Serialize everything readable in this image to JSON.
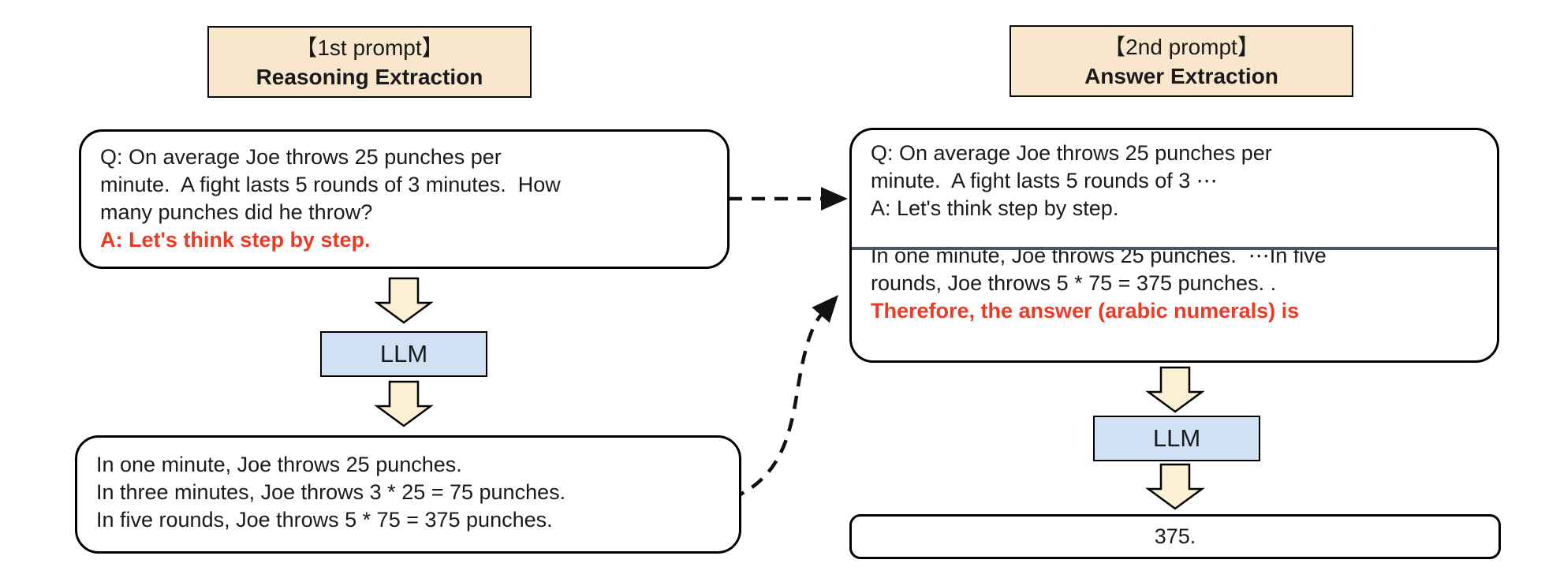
{
  "colors": {
    "header_bg": "#f8e7cd",
    "llm_bg": "#d0e2f3",
    "arrow_fill": "#fbf0d3",
    "red_text": "#ee3a24",
    "divider": "#4a5568"
  },
  "icons": {
    "flow_arrow": "down-block-arrow",
    "connector": "dashed-arrow"
  },
  "left": {
    "header": {
      "line1": "【1st prompt】",
      "line2": "Reasoning Extraction"
    },
    "question_box": {
      "lines": [
        "Q: On average Joe throws 25 punches per",
        "minute.  A fight lasts 5 rounds of 3 minutes.  How",
        "many punches did he throw?"
      ],
      "highlight": "A: Let's think step by step."
    },
    "llm_label": "LLM",
    "output_box": {
      "lines": [
        "In one minute, Joe throws 25 punches.",
        "In three minutes, Joe throws 3 * 25 = 75 punches.",
        "In five rounds, Joe throws 5 * 75 = 375 punches."
      ]
    }
  },
  "right": {
    "header": {
      "line1": "【2nd prompt】",
      "line2": "Answer Extraction"
    },
    "prompt_box": {
      "top_lines": [
        "Q: On average Joe throws 25 punches per",
        "minute.  A fight lasts 5 rounds of 3 ⋯",
        "A: Let's think step by step."
      ],
      "bottom_lines": [
        "In one minute, Joe throws 25 punches.  ⋯In five",
        "rounds, Joe throws 5 * 75 = 375 punches. ."
      ],
      "highlight": "Therefore, the answer (arabic numerals) is"
    },
    "llm_label": "LLM",
    "answer_box": {
      "value": "375."
    }
  }
}
